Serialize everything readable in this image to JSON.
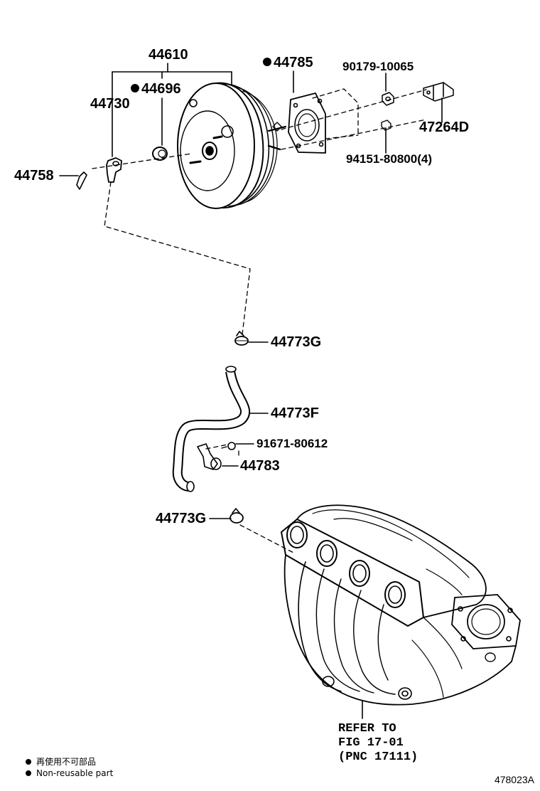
{
  "labels": {
    "booster_assy": "44610",
    "check_valve_grommet": "44696",
    "gasket": "44785",
    "union": "44730",
    "nut": "90179-10065",
    "bracket": "47264D",
    "clip": "44758",
    "booster_nut": "94151-80800(4)",
    "hose_clamp_upper": "44773G",
    "vacuum_hose": "44773F",
    "bolt": "91671-80612",
    "hose_clamp_bracket": "44783",
    "hose_clamp_lower": "44773G"
  },
  "reference": {
    "line1": "REFER TO",
    "line2": "FIG 17-01",
    "line3": "(PNC 17111)"
  },
  "legend": {
    "zh": "再使用不可部品",
    "en": "Non-reusable part"
  },
  "illustration_code": "478023A"
}
